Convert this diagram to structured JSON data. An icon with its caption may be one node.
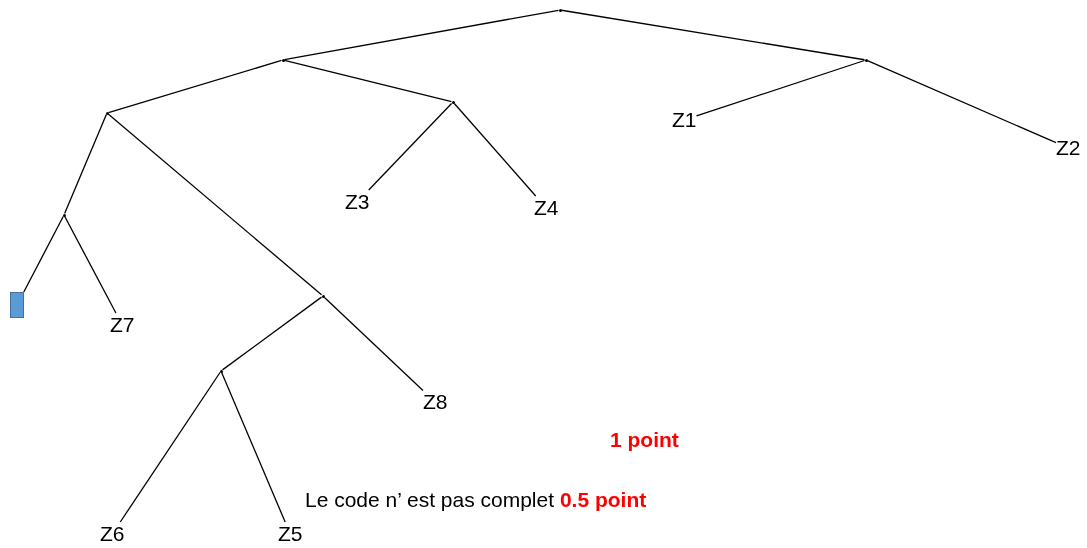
{
  "diagram": {
    "nodes": [
      {
        "text": [],
        "shape": "point"
      },
      {
        "text": [],
        "shape": "point"
      },
      {
        "text": [],
        "shape": "point"
      },
      {
        "text": [],
        "shape": "point"
      },
      {
        "text": [],
        "shape": "point"
      },
      {
        "text": [
          "Z1"
        ]
      },
      {
        "text": [
          "Z2"
        ]
      },
      {
        "text": [
          "Z3"
        ]
      },
      {
        "text": [
          "Z4"
        ]
      },
      {
        "text": [],
        "shape": "point"
      },
      {
        "text": [],
        "shape": "box"
      },
      {
        "text": [
          "Z7"
        ]
      },
      {
        "text": [],
        "shape": "point"
      },
      {
        "text": [],
        "shape": "point"
      },
      {
        "text": [
          "Z8"
        ]
      },
      {
        "text": [
          "Z6"
        ]
      },
      {
        "text": [
          "Z5"
        ]
      }
    ],
    "edges": [
      {
        "from": 0,
        "to": 1,
        "arrow": "none"
      },
      {
        "from": 0,
        "to": 2,
        "arrow": "none"
      },
      {
        "from": 2,
        "to": 5,
        "arrow": "none"
      },
      {
        "from": 2,
        "to": 6,
        "arrow": "none"
      },
      {
        "from": 1,
        "to": 3,
        "arrow": "none"
      },
      {
        "from": 1,
        "to": 4,
        "arrow": "none"
      },
      {
        "from": 4,
        "to": 7,
        "arrow": "none"
      },
      {
        "from": 4,
        "to": 8,
        "arrow": "none"
      },
      {
        "from": 3,
        "to": 9,
        "arrow": "none"
      },
      {
        "from": 3,
        "to": 12,
        "arrow": "none"
      },
      {
        "from": 9,
        "to": 10,
        "arrow": "none"
      },
      {
        "from": 9,
        "to": 11,
        "arrow": "none"
      },
      {
        "from": 12,
        "to": 13,
        "arrow": "none"
      },
      {
        "from": 12,
        "to": 14,
        "arrow": "none"
      },
      {
        "from": 13,
        "to": 15,
        "arrow": "none"
      },
      {
        "from": 13,
        "to": 16,
        "arrow": "none"
      }
    ],
    "labels": [
      "1 point",
      "Le code n’ est pas complet **0.5 point**"
    ]
  }
}
